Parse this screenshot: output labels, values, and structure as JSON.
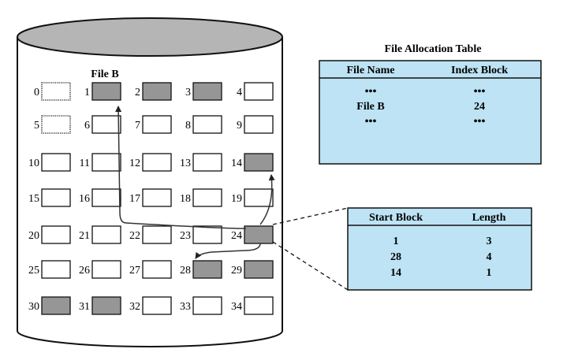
{
  "disk": {
    "file_label": "File B",
    "block_numbers": [
      "0",
      "1",
      "2",
      "3",
      "4",
      "5",
      "6",
      "7",
      "8",
      "9",
      "10",
      "11",
      "12",
      "13",
      "14",
      "15",
      "16",
      "17",
      "18",
      "19",
      "20",
      "21",
      "22",
      "23",
      "24",
      "25",
      "26",
      "27",
      "28",
      "29",
      "30",
      "31",
      "32",
      "33",
      "34"
    ],
    "gray_blocks": [
      1,
      2,
      3,
      14,
      24,
      28,
      29,
      30,
      31
    ],
    "dotted_blocks": [
      0,
      5
    ]
  },
  "fat": {
    "title": "File Allocation Table",
    "headers": [
      "File Name",
      "Index Block"
    ],
    "rows": [
      [
        "•••",
        "•••"
      ],
      [
        "File B",
        "24"
      ],
      [
        "•••",
        "•••"
      ]
    ]
  },
  "index_table": {
    "headers": [
      "Start Block",
      "Length"
    ],
    "rows": [
      [
        "1",
        "3"
      ],
      [
        "28",
        "4"
      ],
      [
        "14",
        "1"
      ]
    ]
  },
  "colors": {
    "table_fill": "#bde3f4",
    "block_gray": "#969696",
    "disk_top": "#b5b5b5"
  }
}
